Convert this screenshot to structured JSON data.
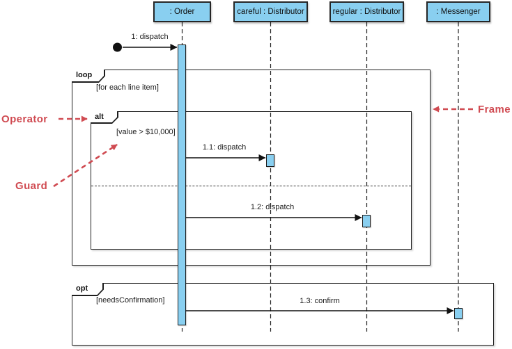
{
  "lifelines": [
    {
      "name": ": Order"
    },
    {
      "name": "careful : Distributor"
    },
    {
      "name": "regular : Distributor"
    },
    {
      "name": ": Messenger"
    }
  ],
  "frames": {
    "loop": {
      "operator": "loop",
      "guard": "[for each line item]"
    },
    "alt": {
      "operator": "alt",
      "guard": "[value > $10,000]"
    },
    "opt": {
      "operator": "opt",
      "guard": "[needsConfirmation]"
    }
  },
  "messages": [
    {
      "label": "1: dispatch"
    },
    {
      "label": "1.1: dispatch"
    },
    {
      "label": "1.2: dispatch"
    },
    {
      "label": "1.3: confirm"
    }
  ],
  "annotations": {
    "operator": "Operator",
    "guard": "Guard",
    "frame": "Frame"
  },
  "colors": {
    "lifeline_fill": "#89CFF0",
    "annotation_red": "#D04B52",
    "line": "#1c1c1c"
  }
}
